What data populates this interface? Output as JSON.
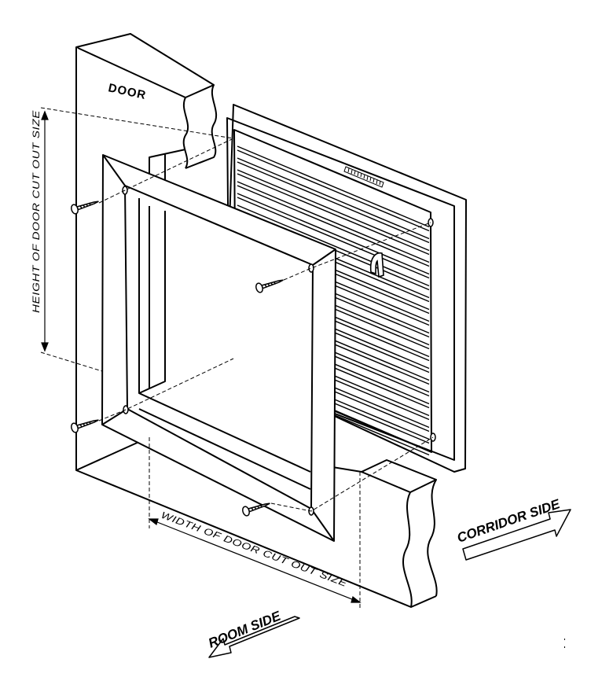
{
  "labels": {
    "door": "DOOR",
    "height_dimension": "HEIGHT OF DOOR CUT OUT SIZE",
    "width_dimension": "WIDTH OF DOOR CUT OUT SIZE",
    "corridor_side": "CORRIDOR SIDE",
    "room_side": "ROOM SIDE"
  }
}
